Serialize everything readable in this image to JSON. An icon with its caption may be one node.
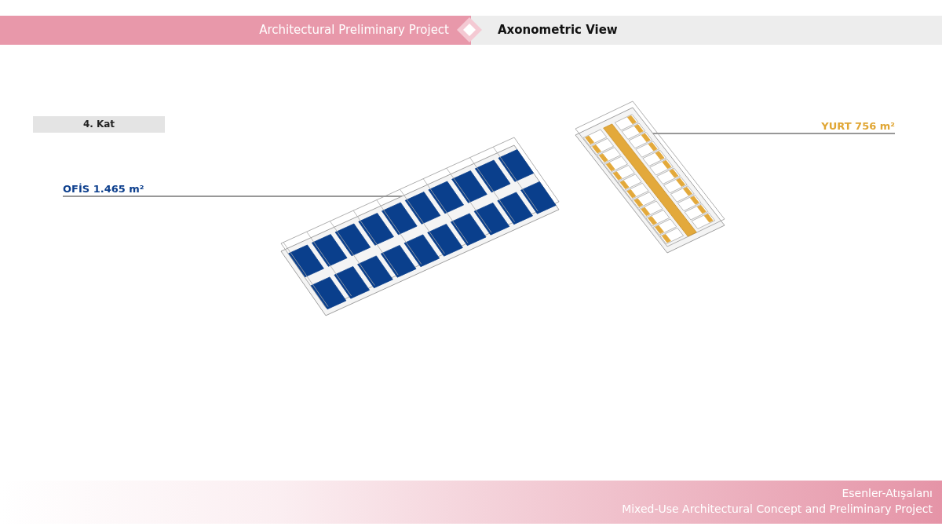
{
  "diagram": {
    "nodes": [
      {
        "text": [
          "OFİS 1.465 m²"
        ]
      },
      {
        "text": [],
        "shape": "picture"
      },
      {
        "text": [
          "YURT 756 m²"
        ]
      },
      {
        "text": [],
        "shape": "picture"
      }
    ],
    "edges": [
      {
        "from": 0,
        "to": 1,
        "arrow": "none"
      },
      {
        "from": 2,
        "to": 3,
        "arrow": "none"
      }
    ],
    "labels": [
      "Architectural Preliminary Project",
      "Axonometric View",
      "4. Kat",
      "Esenler-Atışalanı",
      "Mixed-Use Architectural Concept and Preliminary Project"
    ]
  }
}
